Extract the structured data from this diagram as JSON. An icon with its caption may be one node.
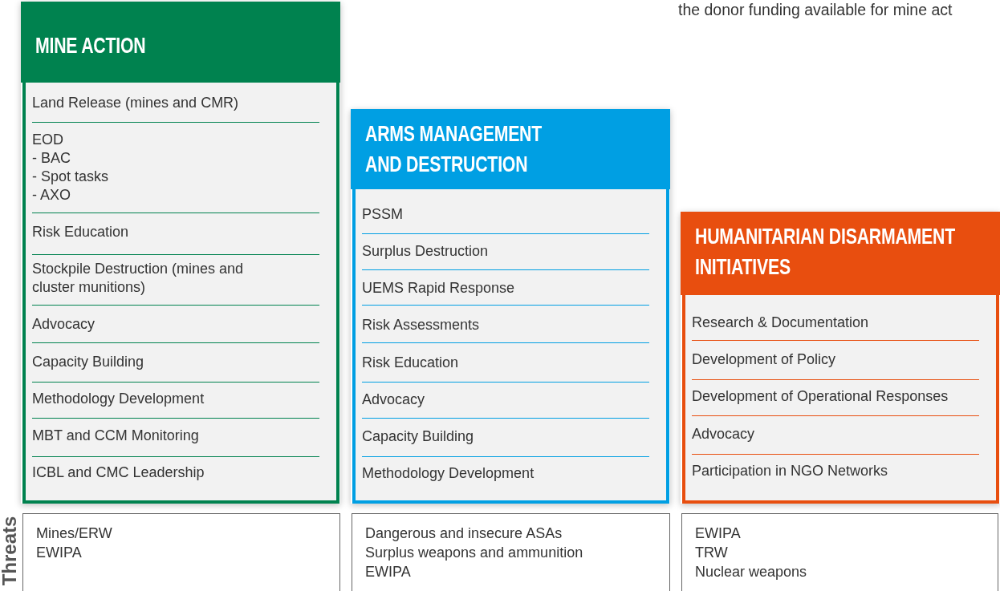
{
  "diagram": {
    "nodes": [
      {
        "text": [
          "MINE ACTION",
          "Land Release (mines and CMR)",
          "EOD",
          "- BAC",
          "- Spot tasks",
          "- AXO",
          "Risk Education",
          "Stockpile Destruction (mines and cluster munitions)",
          "Advocacy",
          "Capacity Building",
          "Methodology Development",
          "MBT and CCM Monitoring",
          "ICBL and CMC Leadership"
        ]
      },
      {
        "text": [
          "ARMS MANAGEMENT AND DESTRUCTION",
          "PSSM",
          "Surplus Destruction",
          "UEMS Rapid Response",
          "Risk Assessments",
          "Risk Education",
          "Advocacy",
          "Capacity Building",
          "Methodology Development"
        ]
      },
      {
        "text": [
          "HUMANITARIAN DISARMAMENT INITIATIVES",
          "Research & Documentation",
          "Development of Policy",
          "Development of Operational Responses",
          "Advocacy",
          "Participation in NGO Networks"
        ]
      },
      {
        "text": [
          "Mines/ERW",
          "EWIPA"
        ]
      },
      {
        "text": [
          "Dangerous and insecure ASAs",
          "Surplus weapons and ammunition",
          "EWIPA"
        ]
      },
      {
        "text": [
          "EWIPA",
          "TRW",
          "Nuclear weapons"
        ]
      }
    ],
    "labels": [
      "the donor funding available for mine act",
      "Threats"
    ]
  }
}
